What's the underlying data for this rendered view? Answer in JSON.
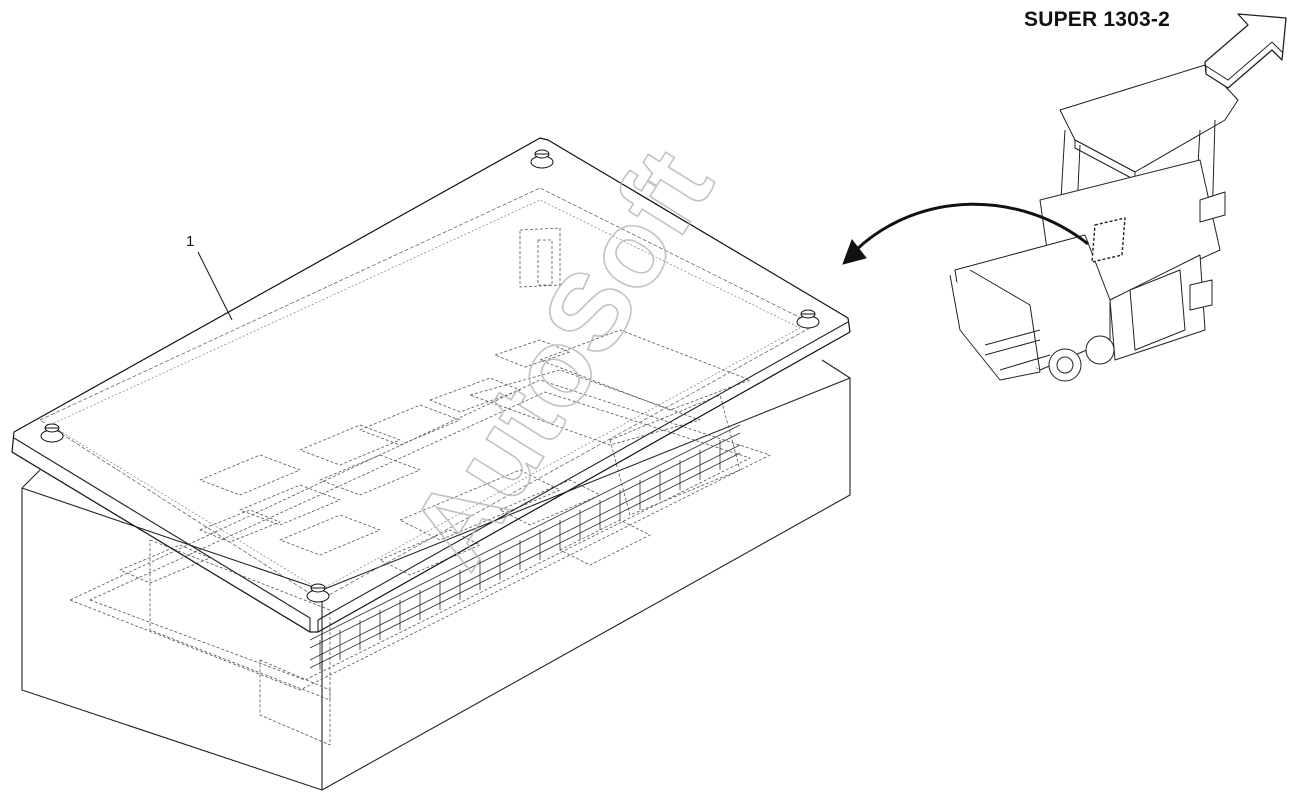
{
  "diagram": {
    "model_title": "SUPER 1303-2",
    "callouts": [
      {
        "label": "1"
      }
    ],
    "watermark": "AutoSoft"
  }
}
